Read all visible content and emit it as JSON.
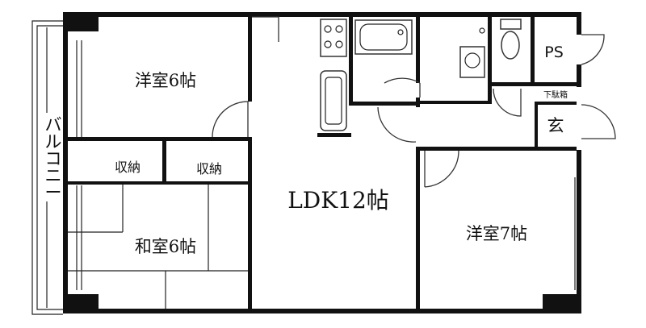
{
  "rooms": {
    "western_room_1": "洋室6帖",
    "storage_1": "収納",
    "storage_2": "収納",
    "japanese_room": "和室6帖",
    "ldk": "LDK12帖",
    "western_room_2": "洋室7帖",
    "pipe_space": "PS",
    "entrance": "玄",
    "shoe_box": "下駄箱"
  },
  "balcony": {
    "label_chars": [
      "バ",
      "ル",
      "コ",
      "ニ",
      "ー"
    ]
  }
}
